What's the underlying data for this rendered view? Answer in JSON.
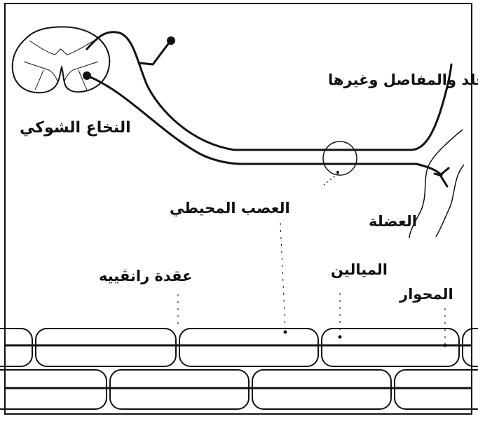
{
  "labels": {
    "spinal_cord": "النخاع الشوكي",
    "skin_joints": "الجلد والمفاصل وغيرها",
    "muscle": "العضلة",
    "peripheral_nerve": "العصب المحيطي",
    "myelin": "الميالين",
    "axon": "المحوار",
    "node_of_ranvier": "عقدة رانڤييه"
  }
}
